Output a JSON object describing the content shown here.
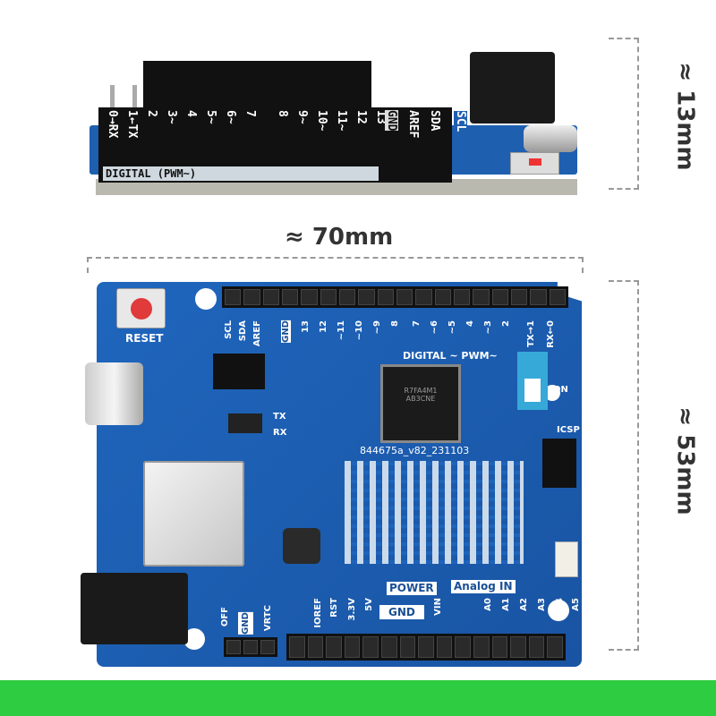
{
  "dimensions": {
    "height": "≈ 13mm",
    "length": "≈ 70mm",
    "width": "≈ 53mm"
  },
  "side_view": {
    "pins": [
      "0→RX",
      "1←TX",
      "2",
      "3~",
      "4",
      "5~",
      "6~",
      "7",
      "8",
      "9~",
      "10~",
      "11~",
      "12",
      "13"
    ],
    "gnd": "GND",
    "aref": "AREF",
    "sda": "SDA",
    "scl": "SCL",
    "digital_label": "DIGITAL (PWM~)"
  },
  "board": {
    "reset": "RESET",
    "digital_label": "DIGITAL ~ PWM~",
    "top_pins": [
      "SCL",
      "SDA",
      "AREF",
      "GND",
      "13",
      "12",
      "~11",
      "~10",
      "~9",
      "8",
      "7",
      "~6",
      "~5",
      "4",
      "~3",
      "2",
      "TX→1",
      "RX←0"
    ],
    "serial": "844675a_v82_231103",
    "chip": "R7FA4M1 AB3CNE",
    "icsp": "ICSP",
    "on": "ON",
    "tx": "TX",
    "rx": "RX",
    "power_label": "POWER",
    "analog_label": "Analog IN",
    "gnd_label": "GND",
    "power_pins": [
      "IOREF",
      "RST",
      "3.3V",
      "5V",
      "",
      "",
      "VIN"
    ],
    "analog_pins": [
      "A0",
      "A1",
      "A2",
      "A3",
      "A4",
      "A5"
    ],
    "bottom_left": [
      "OFF",
      "GND",
      "VRTC"
    ]
  },
  "colors": {
    "board": "#1f66bd",
    "footer": "#2ecc40"
  }
}
